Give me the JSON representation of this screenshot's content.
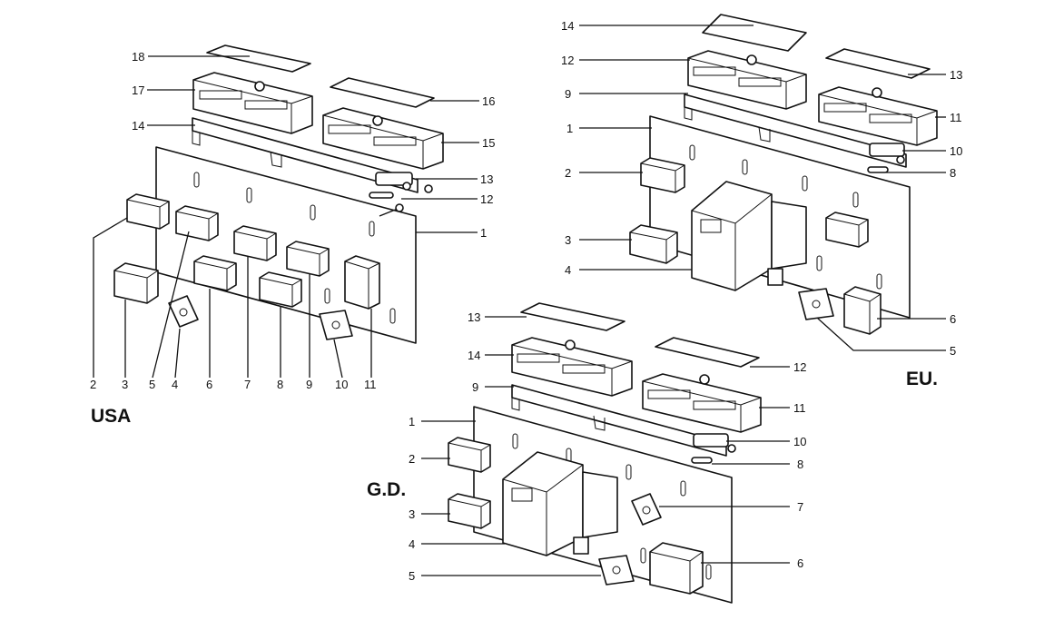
{
  "regions": {
    "usa": "USA",
    "eu": "EU.",
    "gd": "G.D."
  },
  "usa_callouts": {
    "c18": "18",
    "c17": "17",
    "c14": "14",
    "c16": "16",
    "c15": "15",
    "c13": "13",
    "c12": "12",
    "c1": "1",
    "c2": "2",
    "c3": "3",
    "c5": "5",
    "c4": "4",
    "c6": "6",
    "c7": "7",
    "c8": "8",
    "c9": "9",
    "c10": "10",
    "c11": "11"
  },
  "eu_callouts": {
    "c14": "14",
    "c12": "12",
    "c13": "13",
    "c9": "9",
    "c11": "11",
    "c1": "1",
    "c10": "10",
    "c2": "2",
    "c8": "8",
    "c3": "3",
    "c4": "4",
    "c6": "6",
    "c5": "5"
  },
  "gd_callouts": {
    "c13": "13",
    "c14": "14",
    "c12": "12",
    "c9": "9",
    "c11": "11",
    "c1": "1",
    "c10": "10",
    "c2": "2",
    "c8": "8",
    "c7": "7",
    "c3": "3",
    "c4": "4",
    "c6": "6",
    "c5": "5"
  }
}
